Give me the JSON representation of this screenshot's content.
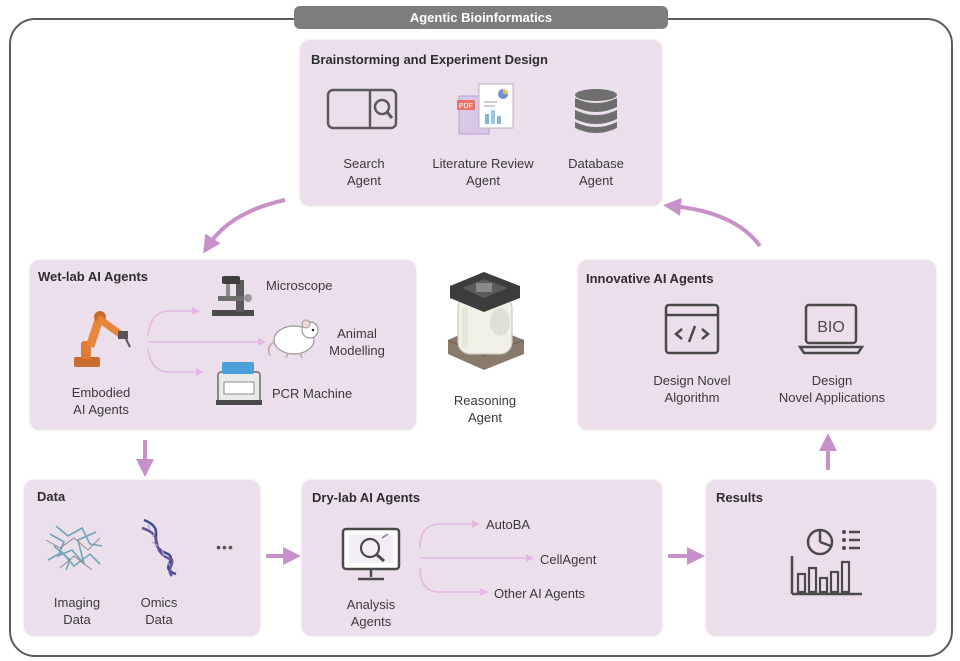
{
  "banner": "Agentic Bioinformatics",
  "brainstorm": {
    "title": "Brainstorming and Experiment Design",
    "search": "Search\nAgent",
    "literature": "Literature Review\nAgent",
    "database": "Database\nAgent"
  },
  "wetlab": {
    "title": "Wet-lab AI Agents",
    "embodied": "Embodied\nAI Agents",
    "microscope": "Microscope",
    "animal": "Animal\nModelling",
    "pcr": "PCR Machine"
  },
  "reasoning": "Reasoning\nAgent",
  "innovative": {
    "title": "Innovative AI Agents",
    "algorithm": "Design Novel\nAlgorithm",
    "applications": "Design\nNovel Applications",
    "bio_text": "BIO"
  },
  "data_panel": {
    "title": "Data",
    "imaging": "Imaging\nData",
    "omics": "Omics\nData",
    "more": "•••"
  },
  "drylab": {
    "title": "Dry-lab AI Agents",
    "analysis": "Analysis\nAgents",
    "autoba": "AutoBA",
    "cellagent": "CellAgent",
    "other": "Other AI Agents"
  },
  "results": {
    "title": "Results"
  },
  "pdf_tag": "PDF",
  "colors": {
    "panel": "#ecdfec",
    "arrow": "#c890c8",
    "banner": "#7d7d7d",
    "frame": "#5c5c5c",
    "icon": "#5a5a5a"
  }
}
